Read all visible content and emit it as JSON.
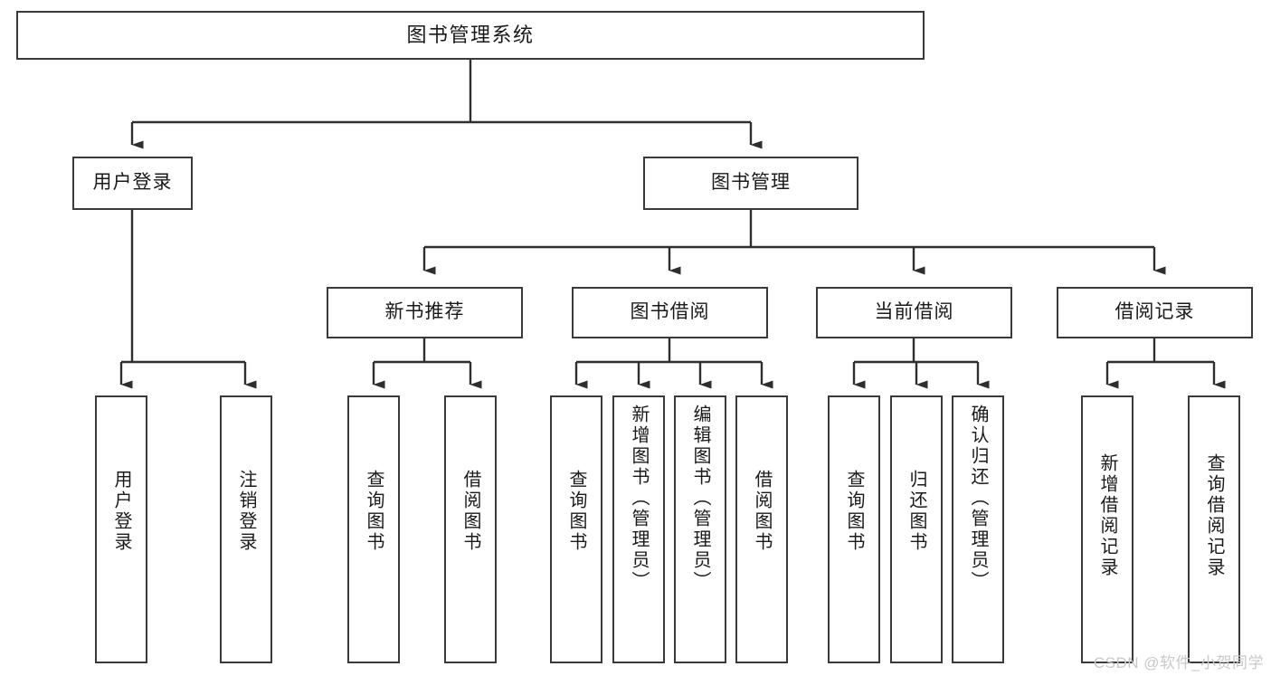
{
  "diagram": {
    "title": "图书管理系统",
    "type": "tree-hierarchy",
    "colors": {
      "node_border": "#3a3a3a",
      "node_fill": "#ffffff",
      "edge": "#2e2e2e",
      "text": "#1a1a1a",
      "watermark": "#c9c9c9",
      "background": "#ffffff"
    },
    "watermark": "CSDN @软件_小贺同学"
  },
  "nodes": {
    "root": {
      "label": "图书管理系统"
    },
    "level1": [
      {
        "id": "user-login",
        "label": "用户登录"
      },
      {
        "id": "book-manage",
        "label": "图书管理"
      }
    ],
    "level2": [
      {
        "id": "new-book-recommend",
        "label": "新书推荐"
      },
      {
        "id": "book-borrow",
        "label": "图书借阅"
      },
      {
        "id": "current-borrow",
        "label": "当前借阅"
      },
      {
        "id": "borrow-record",
        "label": "借阅记录"
      }
    ],
    "leaves": {
      "user_login": [
        {
          "id": "leaf-user-login",
          "label": "用户登录"
        },
        {
          "id": "leaf-logout-login",
          "label": "注销登录"
        }
      ],
      "new_book_recommend": [
        {
          "id": "leaf-query-book-1",
          "label": "查询图书"
        },
        {
          "id": "leaf-borrow-book-1",
          "label": "借阅图书"
        }
      ],
      "book_borrow": [
        {
          "id": "leaf-query-book-2",
          "label": "查询图书"
        },
        {
          "id": "leaf-add-book",
          "label": "新增图书（管理员）"
        },
        {
          "id": "leaf-edit-book",
          "label": "编辑图书（管理员）"
        },
        {
          "id": "leaf-borrow-book-2",
          "label": "借阅图书"
        }
      ],
      "current_borrow": [
        {
          "id": "leaf-query-book-3",
          "label": "查询图书"
        },
        {
          "id": "leaf-return-book",
          "label": "归还图书"
        },
        {
          "id": "leaf-confirm-return",
          "label": "确认归还（管理员）"
        }
      ],
      "borrow_record": [
        {
          "id": "leaf-add-record",
          "label": "新增借阅记录"
        },
        {
          "id": "leaf-query-record",
          "label": "查询借阅记录"
        }
      ]
    }
  }
}
